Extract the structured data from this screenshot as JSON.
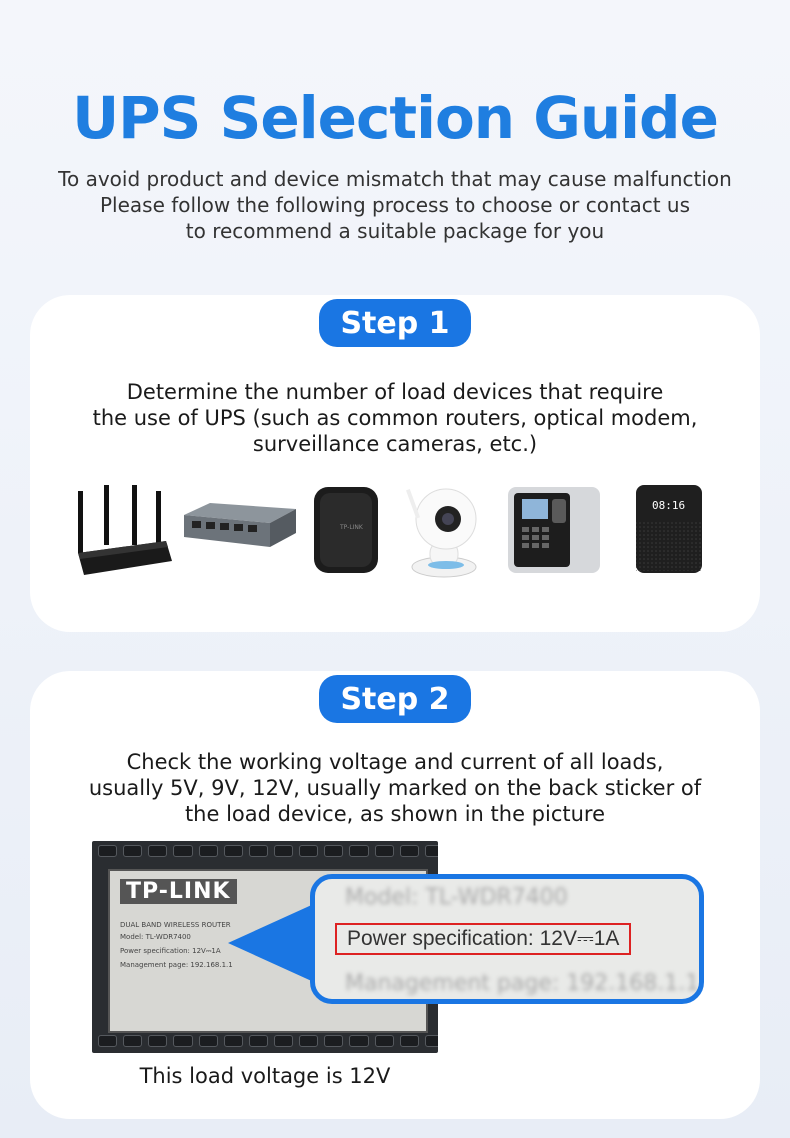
{
  "title": "UPS Selection Guide",
  "subtitle": [
    "To avoid product and device mismatch that may cause malfunction",
    "Please follow the following process to choose or contact us",
    "to recommend a suitable package for you"
  ],
  "step1": {
    "badge": "Step 1",
    "text": [
      "Determine the number of load devices that require",
      "the use of UPS (such as common routers, optical modem,",
      "surveillance cameras, etc.)"
    ],
    "devices": [
      "router",
      "network-switch",
      "optical-modem",
      "security-camera",
      "attendance-machine",
      "smart-speaker"
    ],
    "speaker_display": "08:16"
  },
  "step2": {
    "badge": "Step 2",
    "text": [
      "Check the working voltage and current of all loads,",
      "usually 5V, 9V, 12V, usually marked on the back sticker of",
      "the load device, as shown in the picture"
    ],
    "sticker": {
      "brand": "TP-LINK",
      "line1": "DUAL BAND WIRELESS ROUTER",
      "line2": "Model: TL-WDR7400",
      "line3": "Power specification: 12V⎓1A",
      "line4": "Management page: 192.168.1.1"
    },
    "zoom": {
      "model": "Model: TL-WDR7400",
      "power": "Power specification: 12V⎓1A",
      "management": "Management page: 192.168.1.1"
    },
    "caption": "This load voltage is 12V"
  },
  "colors": {
    "accent": "#1a76e3",
    "title": "#1f7ee0",
    "highlight": "#dd2222"
  }
}
